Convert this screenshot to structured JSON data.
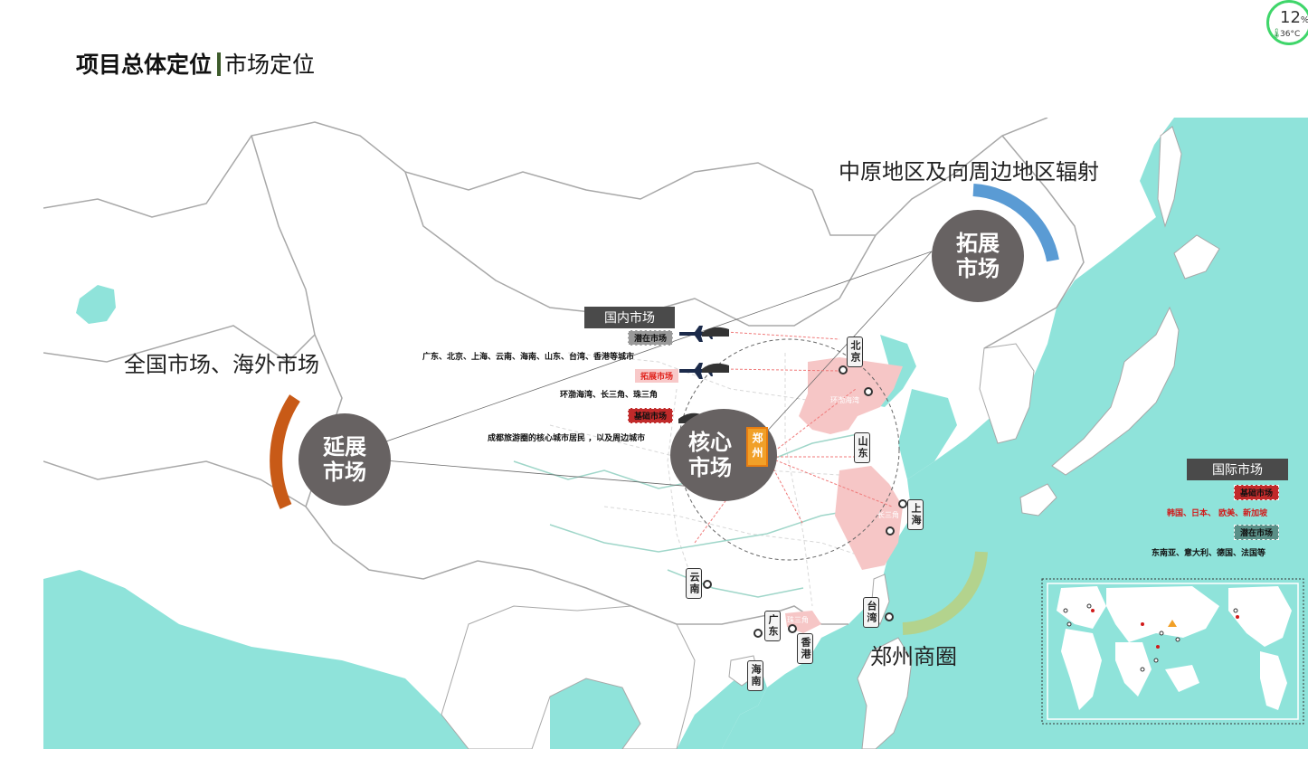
{
  "header": {
    "title_main": "项目总体定位",
    "title_sub": "市场定位"
  },
  "status_badge": {
    "percent": "12",
    "percent_unit": "%",
    "temperature": "36°C"
  },
  "colors": {
    "sea": "#8fe3da",
    "land": "#ffffff",
    "border": "#a8a8a8",
    "highlight_region": "#f6c6c6",
    "circle": "#676262",
    "arc_orange": "#c85a17",
    "arc_blue": "#5a9bd4",
    "arc_green": "#b3d38d"
  },
  "labels": {
    "central_region": "中原地区及向周边地区辐射",
    "national_overseas": "全国市场、海外市场",
    "zhengzhou_circle": "郑州商圈"
  },
  "circles": {
    "expand_market": {
      "line1": "拓展",
      "line2": "市场"
    },
    "extend_market": {
      "line1": "延展",
      "line2": "市场"
    },
    "core_market": {
      "line1": "核心",
      "line2": "市场"
    }
  },
  "domestic": {
    "header": "国内市场",
    "potential": {
      "tag": "潜在市场",
      "desc": "广东、北京、上海、云南、海南、山东、台湾、香港等城市"
    },
    "expansion": {
      "tag": "拓展市场",
      "desc": "环渤海湾、长三角、珠三角"
    },
    "base": {
      "tag": "基础市场",
      "desc": "成都旅游圈的核心城市居民 ，以及周边城市"
    }
  },
  "international": {
    "header": "国际市场",
    "base": {
      "tag": "基础市场",
      "desc": "韩国、日本、 欧美、新加坡"
    },
    "potential": {
      "tag": "潜在市场",
      "desc": "东南亚、意大利、德国、法国等"
    }
  },
  "cities": {
    "beijing": "北京",
    "shandong": "山东",
    "shanghai": "上海",
    "yunnan": "云南",
    "guangdong": "广东",
    "hongkong": "香港",
    "hainan": "海南",
    "taiwan": "台湾",
    "zhengzhou": "郑州"
  },
  "region_tags": {
    "bohai": "环渤海湾",
    "yangtze": "长三角",
    "pearl": "珠三角"
  }
}
